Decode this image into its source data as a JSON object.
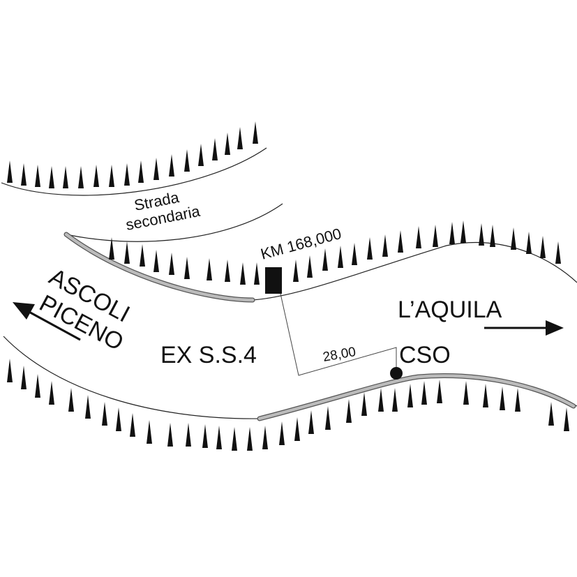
{
  "labels": {
    "secondary_road_line1": "Strada",
    "secondary_road_line2": "secondaria",
    "km_marker": "KM 168,000",
    "destination_left_line1": "ASCOLI",
    "destination_left_line2": "PICENO",
    "destination_right": "L’AQUILA",
    "road_name": "EX S.S.4",
    "distance": "28,00",
    "point_label": "CSO"
  },
  "colors": {
    "ink": "#111111",
    "guardrail": "#bbbbbb",
    "guardrail_edge": "#555555",
    "road_edge": "#222222"
  },
  "icons": {
    "vegetation": "grass-tuft-icon",
    "left_arrow": "arrow-left-icon",
    "right_arrow": "arrow-right-icon",
    "marker": "km-post-icon",
    "point": "dot-icon"
  }
}
